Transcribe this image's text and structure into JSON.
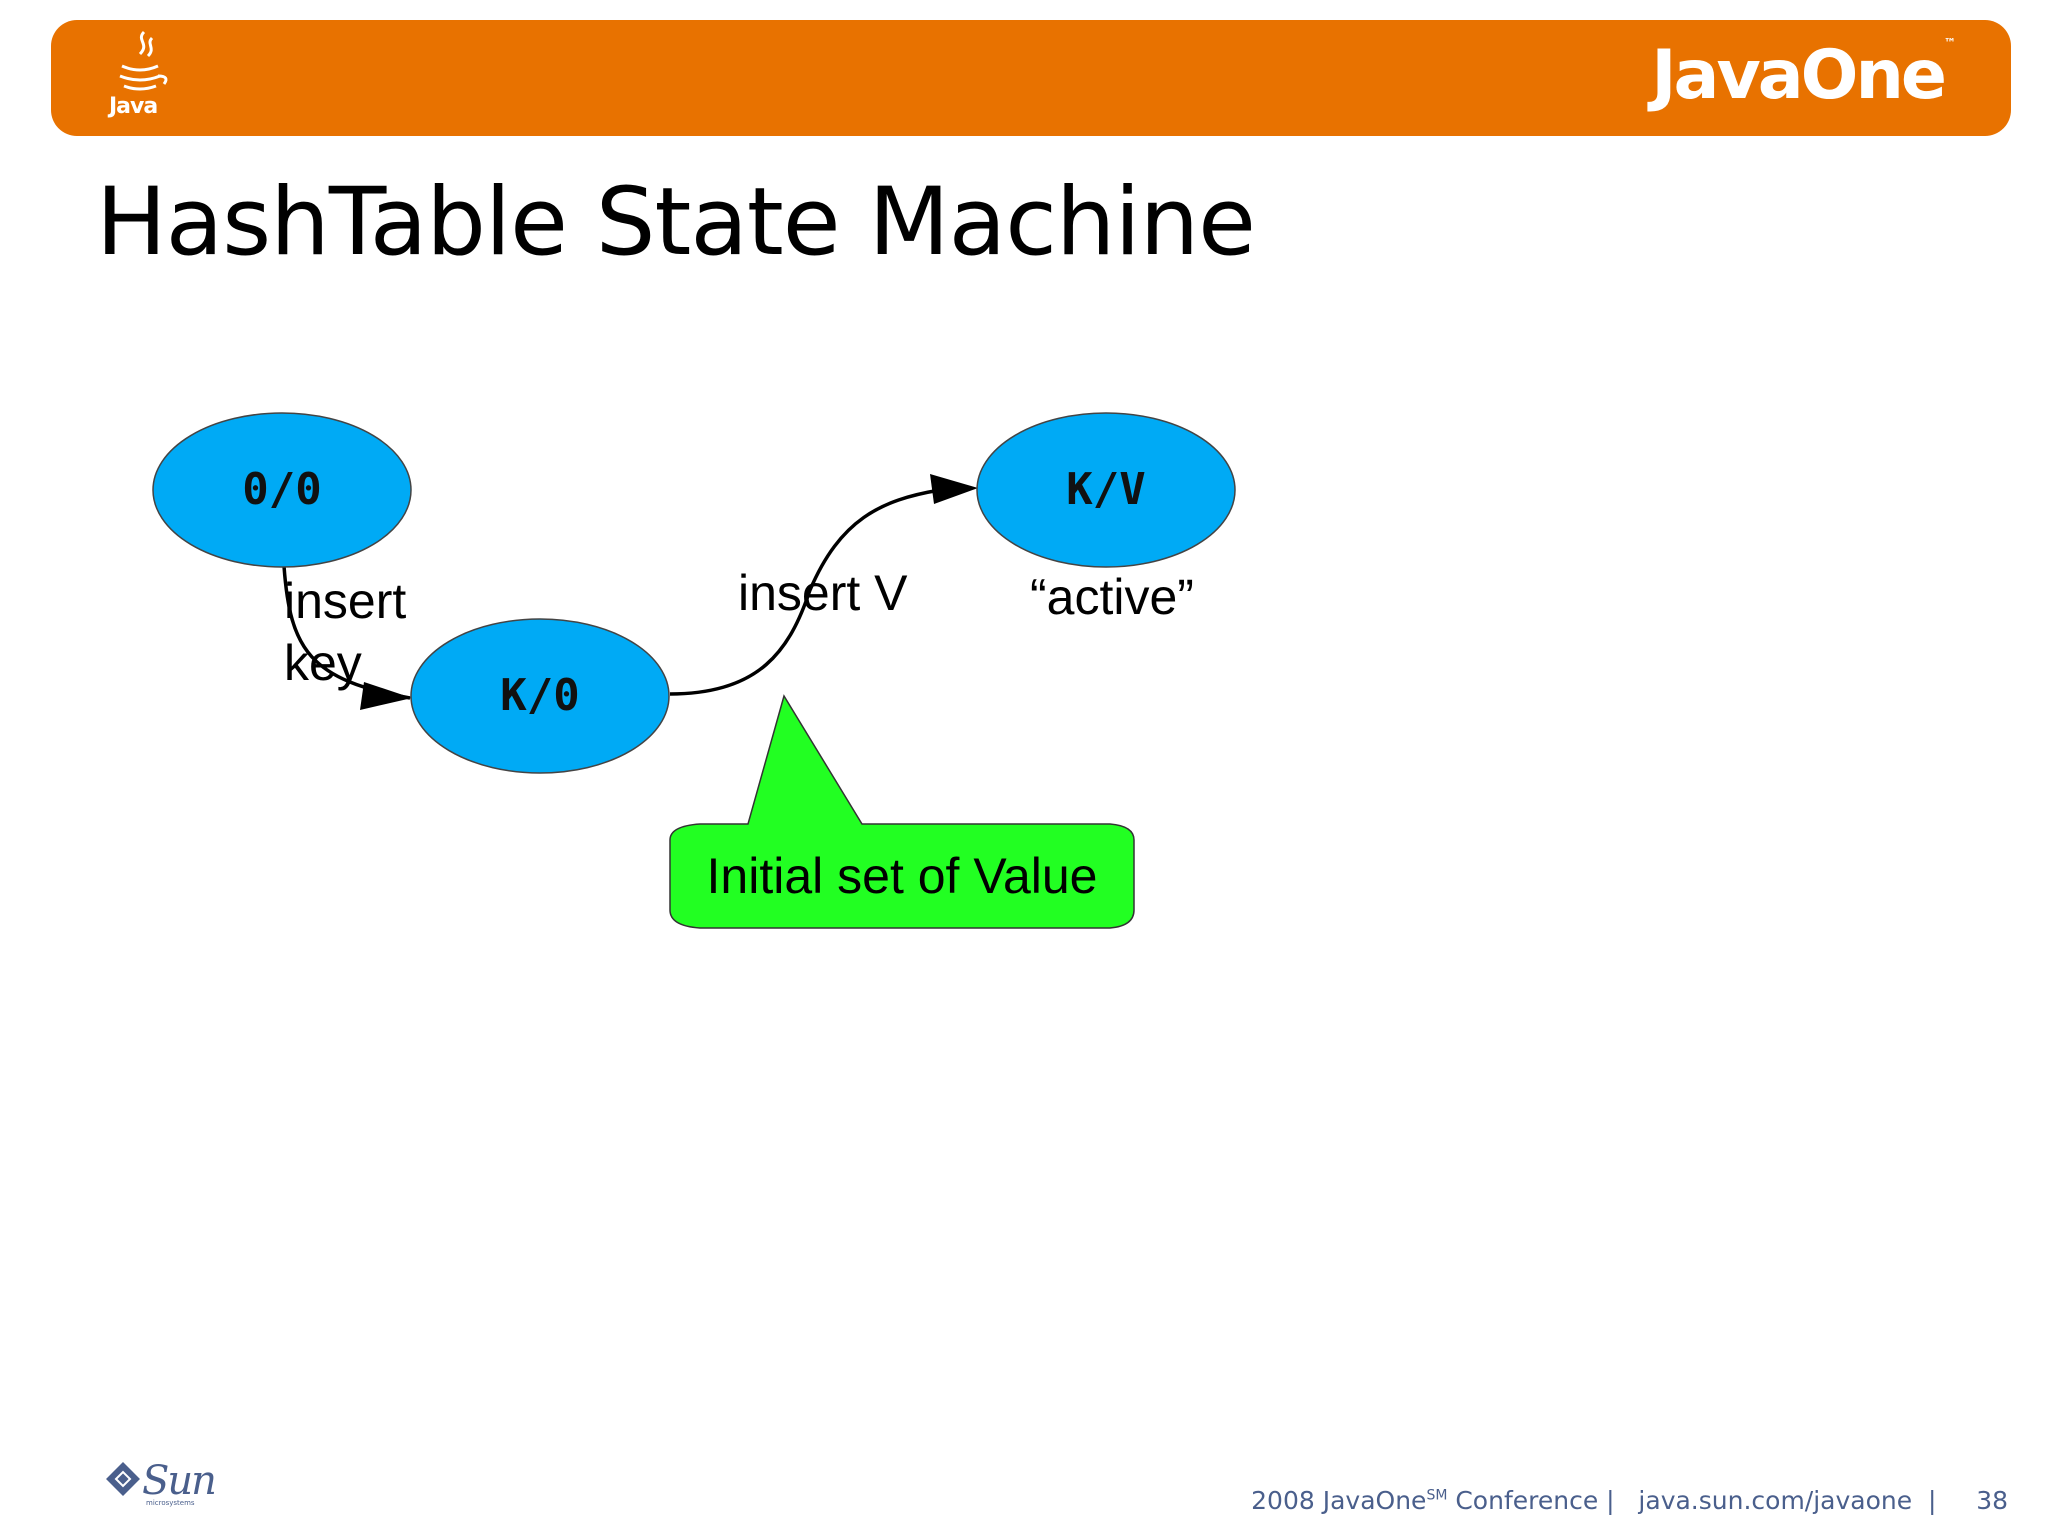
{
  "header": {
    "java_logo_text": "Java",
    "brand": "JavaOne",
    "brand_mark": "™"
  },
  "slide": {
    "title": "HashTable State Machine"
  },
  "diagram": {
    "nodes": [
      {
        "id": "n0",
        "label": "0/0",
        "color": "#00aaf5"
      },
      {
        "id": "n1",
        "label": "K/0",
        "color": "#00aaf5"
      },
      {
        "id": "n2",
        "label": "K/V",
        "color": "#00aaf5",
        "note": "“active”"
      }
    ],
    "edges": [
      {
        "from": "n0",
        "to": "n1",
        "label_line1": "insert",
        "label_line2": "key"
      },
      {
        "from": "n1",
        "to": "n2",
        "label": "insert V"
      }
    ],
    "callout": {
      "text": "Initial set of Value",
      "color": "#22ff22"
    }
  },
  "footer": {
    "sun_logo_text": "Sun",
    "sun_logo_sub": "microsystems",
    "conference_prefix": "2008 JavaOne",
    "conference_sm": "SM",
    "conference_suffix": " Conference |   java.sun.com/javaone  |     ",
    "page_number": "38"
  }
}
